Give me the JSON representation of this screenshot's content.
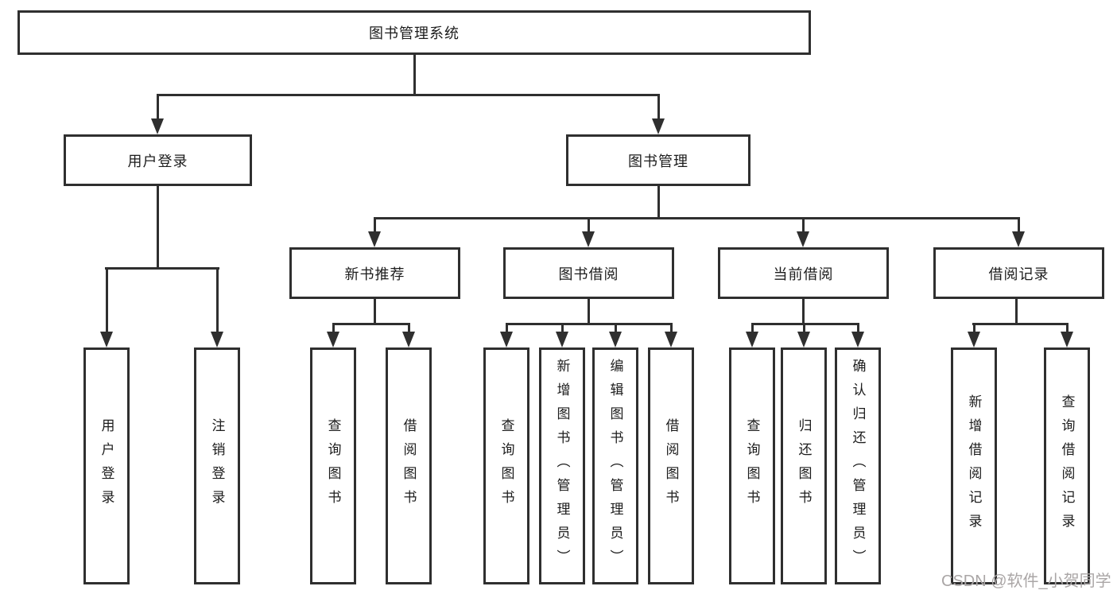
{
  "tree": {
    "label": "图书管理系统",
    "children": [
      {
        "label": "用户登录",
        "children": [
          {
            "label": "用户登录"
          },
          {
            "label": "注销登录"
          }
        ]
      },
      {
        "label": "图书管理",
        "children": [
          {
            "label": "新书推荐",
            "children": [
              {
                "label": "查询图书"
              },
              {
                "label": "借阅图书"
              }
            ]
          },
          {
            "label": "图书借阅",
            "children": [
              {
                "label": "查询图书"
              },
              {
                "label": "新增图书（管理员）"
              },
              {
                "label": "编辑图书（管理员）"
              },
              {
                "label": "借阅图书"
              }
            ]
          },
          {
            "label": "当前借阅",
            "children": [
              {
                "label": "查询图书"
              },
              {
                "label": "归还图书"
              },
              {
                "label": "确认归还（管理员）"
              }
            ]
          },
          {
            "label": "借阅记录",
            "children": [
              {
                "label": "新增借阅记录"
              },
              {
                "label": "查询借阅记录"
              }
            ]
          }
        ]
      }
    ]
  },
  "watermark": {
    "text": "CSDN @软件_小贺同学"
  },
  "colors": {
    "line": "#2f2f2f",
    "text": "#1c1c1c",
    "watermark": "#aaa6a6",
    "background": "#ffffff"
  }
}
